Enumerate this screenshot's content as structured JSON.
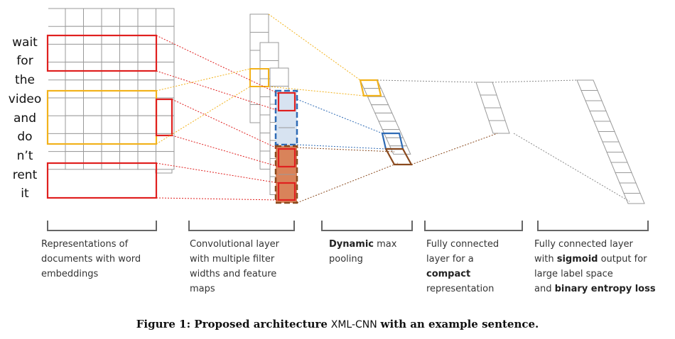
{
  "sentence_words": [
    "wait",
    "for",
    "the",
    "video",
    "and",
    "do",
    "n’t",
    "rent",
    "it"
  ],
  "stage_labels": [
    {
      "lines": [
        "Representations of",
        "documents with word",
        "embeddings"
      ]
    },
    {
      "lines": [
        "Convolutional layer",
        "with multiple filter",
        "widths and feature",
        "maps"
      ]
    },
    {
      "lines": [
        "<b>Dynamic</b> max",
        "pooling"
      ]
    },
    {
      "lines": [
        "Fully connected",
        "layer for a",
        "<b>compact</b>",
        "representation"
      ]
    },
    {
      "lines": [
        "Fully connected layer",
        "with <b>sigmoid</b> output for",
        "large label space",
        "and <b>binary entropy loss</b>"
      ]
    }
  ],
  "caption": {
    "prefix": "Figure 1: Proposed architecture",
    "model": "XML-CNN",
    "suffix": "with an example sentence."
  },
  "colors": {
    "red": "#e0201f",
    "yellow": "#f2b21b",
    "blue": "#2e6bb5",
    "brown": "#8a4a1e",
    "grid": "#9a9a9a",
    "bracket": "#666666",
    "light_blue_fill": "#d7e3f1",
    "orange_fill": "#d9835a"
  }
}
